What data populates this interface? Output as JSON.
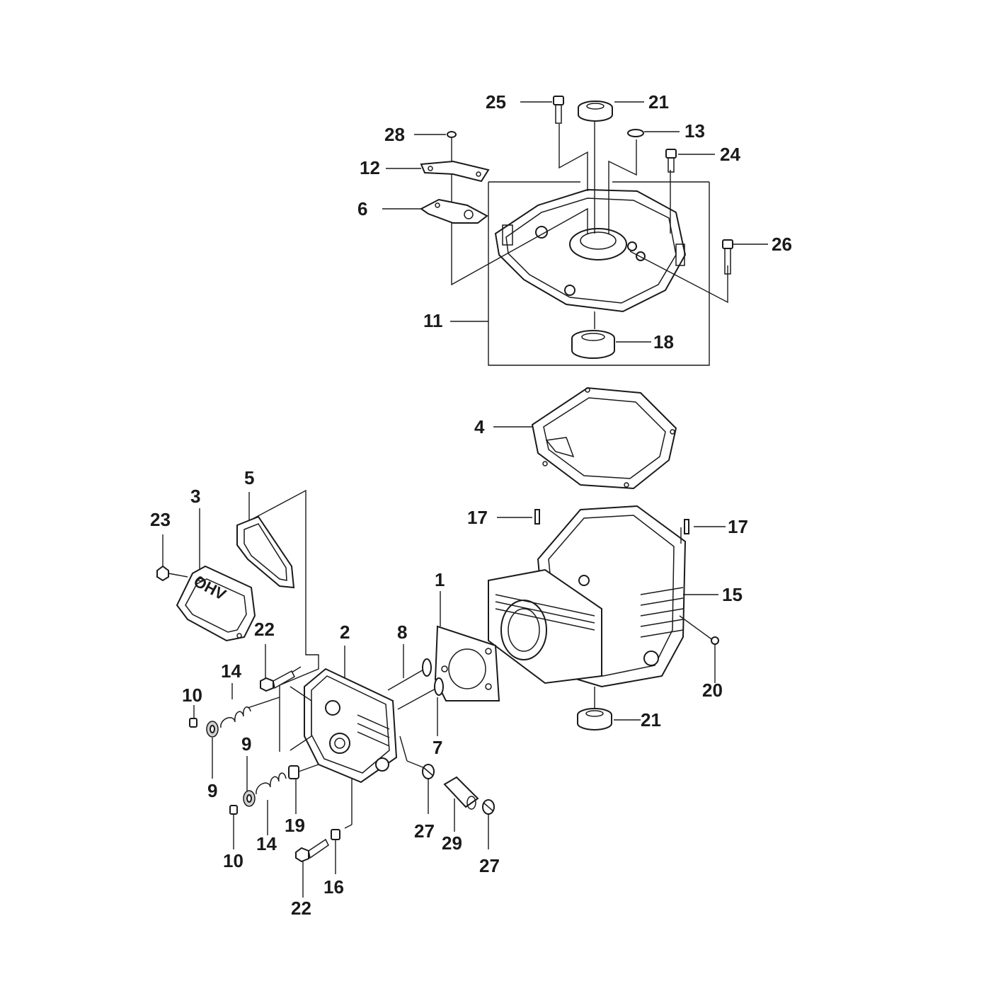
{
  "labels": {
    "l25": "25",
    "l21a": "21",
    "l13": "13",
    "l28": "28",
    "l24": "24",
    "l12": "12",
    "l6": "6",
    "l26": "26",
    "l11": "11",
    "l18": "18",
    "l4": "4",
    "l5": "5",
    "l3": "3",
    "l23": "23",
    "l17a": "17",
    "l17b": "17",
    "l1": "1",
    "l15": "15",
    "l22a": "22",
    "l2": "2",
    "l8": "8",
    "l14a": "14",
    "l10a": "10",
    "l20": "20",
    "l21b": "21",
    "l9a": "9",
    "l9b": "9",
    "l7": "7",
    "l27a": "27",
    "l14b": "14",
    "l19": "19",
    "l29": "29",
    "l10b": "10",
    "l27b": "27",
    "l16": "16",
    "l22b": "22"
  },
  "cover_text": "OHV"
}
